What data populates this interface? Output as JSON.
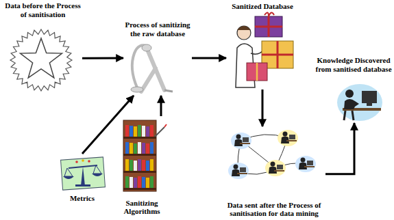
{
  "diagram": {
    "nodes": [
      {
        "text": [
          "Data before the Process of sanitisation"
        ]
      },
      {
        "text": [
          "Process of sanitizing the raw database"
        ]
      },
      {
        "text": [
          "Sanitized Database"
        ]
      },
      {
        "text": [
          "Knowledge Discovered from sanitised database"
        ]
      },
      {
        "text": [
          "Metrics"
        ]
      },
      {
        "text": [
          "Sanitizing Algorithms"
        ]
      },
      {
        "text": [
          "Data sent after the Process of sanitisation for data mining"
        ]
      }
    ],
    "edges": [
      {
        "from": 0,
        "to": 1,
        "arrow": "to"
      },
      {
        "from": 1,
        "to": 2,
        "arrow": "to"
      },
      {
        "from": 4,
        "to": 1,
        "arrow": "to"
      },
      {
        "from": 5,
        "to": 1,
        "arrow": "to"
      },
      {
        "from": 2,
        "to": 6,
        "arrow": "to"
      },
      {
        "from": 6,
        "to": 3,
        "arrow": "to"
      }
    ]
  }
}
